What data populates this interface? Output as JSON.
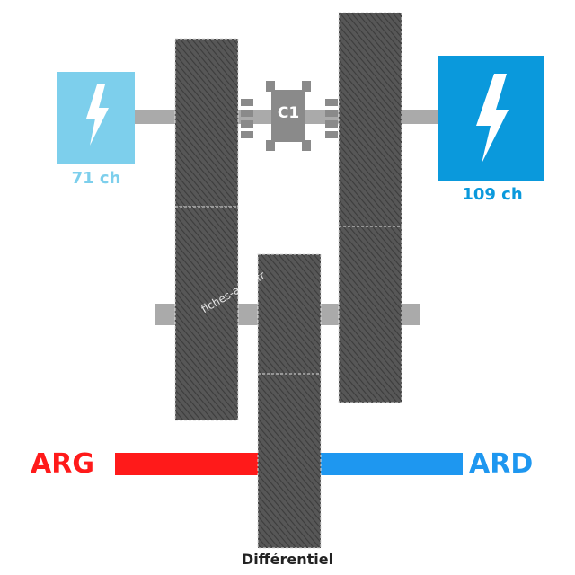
{
  "motors": {
    "small": {
      "label": "71 ch",
      "color": "#7dcfec"
    },
    "large": {
      "label": "109 ch",
      "color": "#0a99dc"
    }
  },
  "clutch": {
    "label": "C1"
  },
  "outputs": {
    "left": {
      "label": "ARG",
      "color": "#ff1a1a"
    },
    "right": {
      "label": "ARD",
      "color": "#1e97f0"
    }
  },
  "differential": {
    "label": "Différentiel"
  },
  "watermark": "fiches-auto.fr",
  "colors": {
    "gear": "#555555",
    "shaft": "#aaaaaa",
    "clutch": "#8a8a8a",
    "bolt_icon": "#ffffff"
  }
}
